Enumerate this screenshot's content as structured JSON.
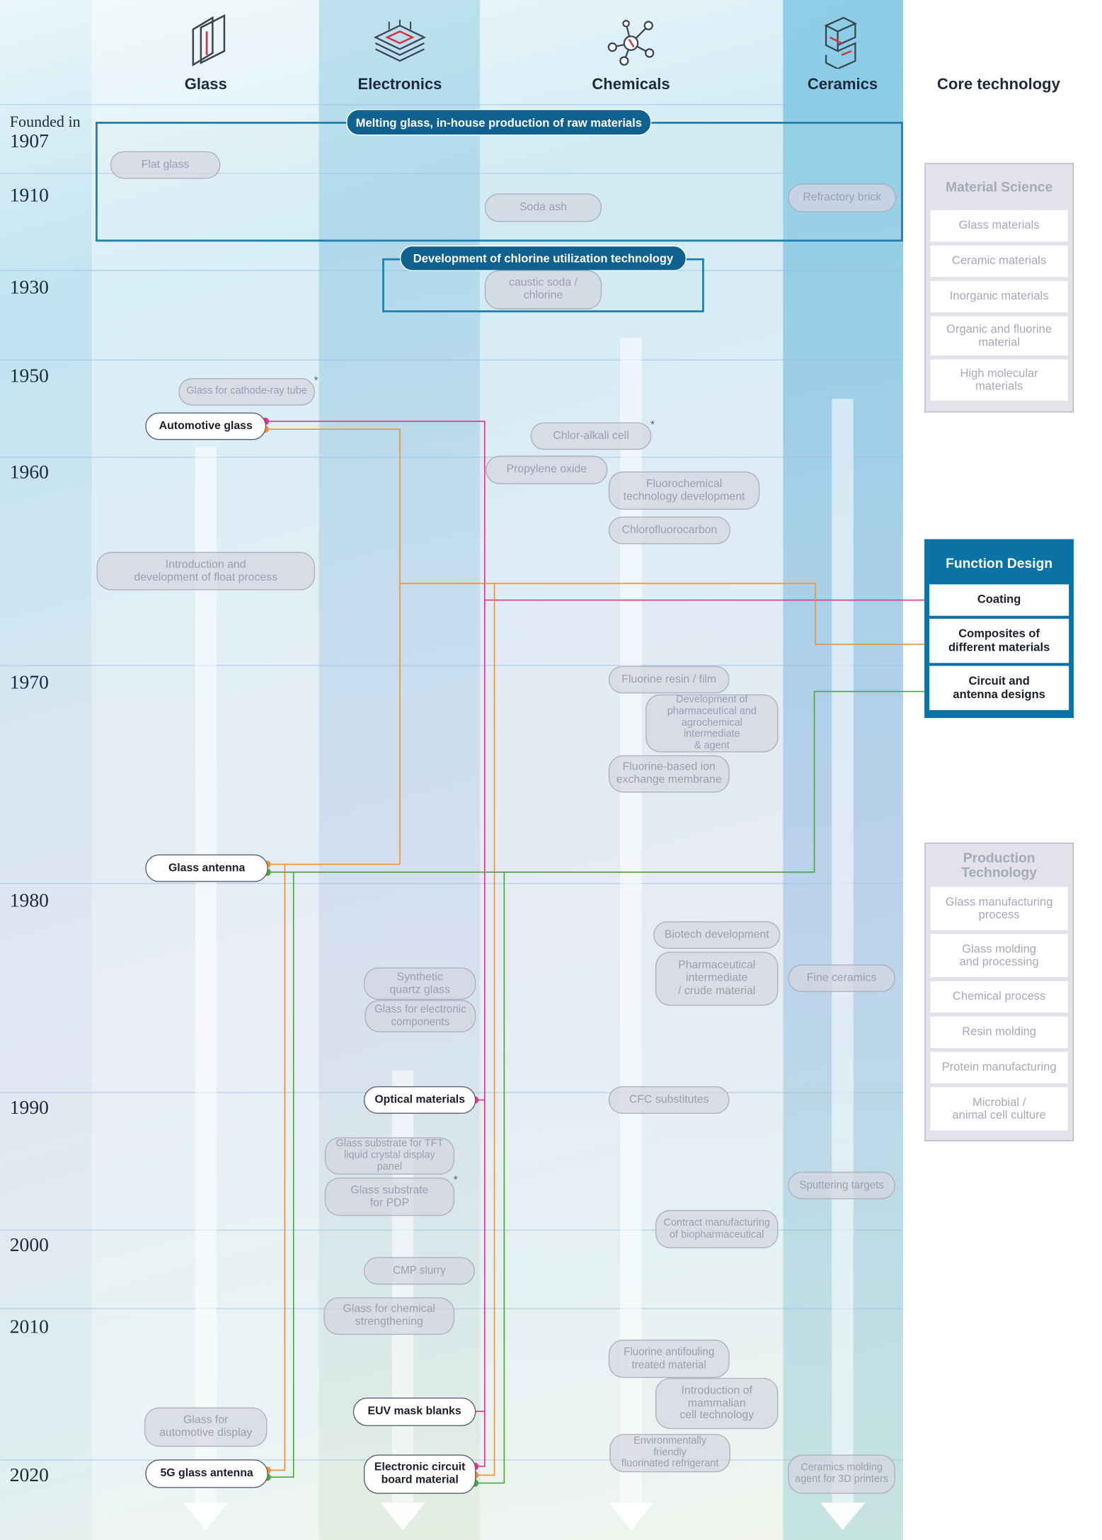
{
  "founded_label": "Founded in",
  "years": [
    "1907",
    "1910",
    "1930",
    "1950",
    "1960",
    "1970",
    "1980",
    "1990",
    "2000",
    "2010",
    "2020"
  ],
  "columns": [
    {
      "label": "Glass",
      "icon": "glass-pane-icon"
    },
    {
      "label": "Electronics",
      "icon": "chip-icon"
    },
    {
      "label": "Chemicals",
      "icon": "molecule-icon"
    },
    {
      "label": "Ceramics",
      "icon": "ceramic-block-icon"
    }
  ],
  "core_header": "Core technology",
  "banners": {
    "melting": "Melting glass, in-house production of raw materials",
    "chlorine": "Development of chlorine utilization technology"
  },
  "asterisk": "*",
  "grey_pills": [
    "Flat glass",
    "Soda ash",
    "Refractory brick",
    "caustic soda /\nchlorine",
    "Glass for cathode-ray tube",
    "Chlor-alkali cell",
    "Propylene oxide",
    "Fluorochemical\ntechnology development",
    "Chlorofluorocarbon",
    "Introduction and\ndevelopment of float process",
    "Fluorine resin / film",
    "Development of\npharmaceutical and\nagrochemical intermediate\n& agent",
    "Fluorine-based ion\nexchange membrane",
    "Biotech development",
    "Pharmaceutical\nintermediate\n/ crude material",
    "Fine ceramics",
    "Synthetic\nquartz glass",
    "Glass for electronic\ncomponents",
    "CFC substitutes",
    "Glass substrate for TFT\nliquid crystal display panel",
    "Glass substrate\nfor PDP",
    "Sputtering targets",
    "Contract manufacturing\nof biopharmaceutical",
    "CMP slurry",
    "Glass for chemical\nstrengthening",
    "Fluorine antifouling\ntreated material",
    "Introduction of\nmammalian\ncell technology",
    "Glass for\nautomotive display",
    "Environmentally friendly\nfluorinated refrigerant",
    "Ceramics molding\nagent for 3D printers"
  ],
  "highlight_pills": [
    "Automotive glass",
    "Glass antenna",
    "Optical materials",
    "EUV mask blanks",
    "5G glass antenna",
    "Electronic circuit\nboard material"
  ],
  "material_science": {
    "title": "Material Science",
    "items": [
      "Glass materials",
      "Ceramic materials",
      "Inorganic materials",
      "Organic and fluorine\nmaterial",
      "High molecular\nmaterials"
    ]
  },
  "function_design": {
    "title": "Function Design",
    "items": [
      "Coating",
      "Composites of\ndifferent materials",
      "Circuit and\nantenna designs"
    ]
  },
  "production_technology": {
    "title": "Production\nTechnology",
    "items": [
      "Glass manufacturing\nprocess",
      "Glass molding\nand processing",
      "Chemical process",
      "Resin molding",
      "Protein manufacturing",
      "Microbial /\nanimal cell culture"
    ]
  },
  "line_colors": {
    "coating": "#e5328a",
    "composites": "#f0923a",
    "circuit": "#4aa83a"
  }
}
